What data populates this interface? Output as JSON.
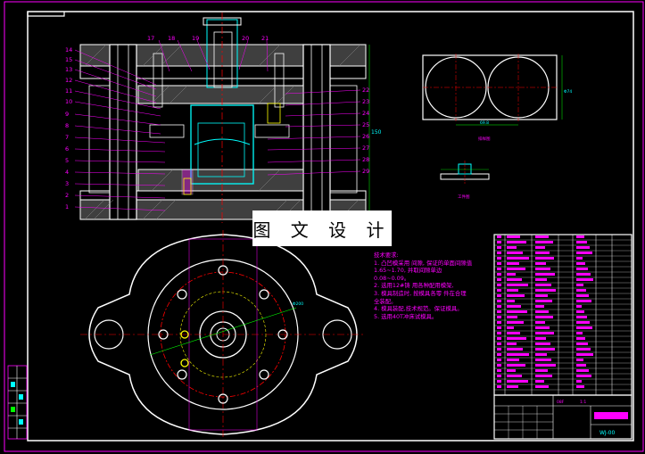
{
  "watermark": "图 文 设 计",
  "left_labels": [
    "14",
    "15",
    "13",
    "12",
    "11",
    "10",
    "9",
    "8",
    "7",
    "6",
    "5",
    "4",
    "3",
    "2",
    "1"
  ],
  "top_labels": [
    "17",
    "18",
    "19",
    "20",
    "21"
  ],
  "right_labels": [
    "22",
    "23",
    "24",
    "25",
    "26",
    "27",
    "28",
    "29"
  ],
  "view_labels": {
    "top_view": "排样图",
    "part_view": "工件图"
  },
  "tech_requirements": [
    "技术要求:",
    "1. 凸凹模采用 间隙, 保证的单面间隙值",
    "1.65~1.70, 并取间隙单边",
    "0.08~0.09。",
    "2. 选用12#铸 用各种配用模架,",
    "3. 模具制造时, 按模具各零 件在合理",
    "全装配。",
    "4. 模具装配,技术规范。保证模具。",
    "5. 选用40T冲床试模具。"
  ],
  "dimensions": {
    "strip_width": "69.8",
    "strip_height": "Φ74",
    "pcd": "Φ200",
    "height": "150"
  },
  "title_block": {
    "drawing_no": "WJ-00",
    "scale": "1:1",
    "material": "08F"
  },
  "colors": {
    "outline": "#ffffff",
    "label": "#ff00ff",
    "section": "#00ffff",
    "center": "#ff0000",
    "leader": "#00ff00",
    "highlight": "#ffff00"
  }
}
